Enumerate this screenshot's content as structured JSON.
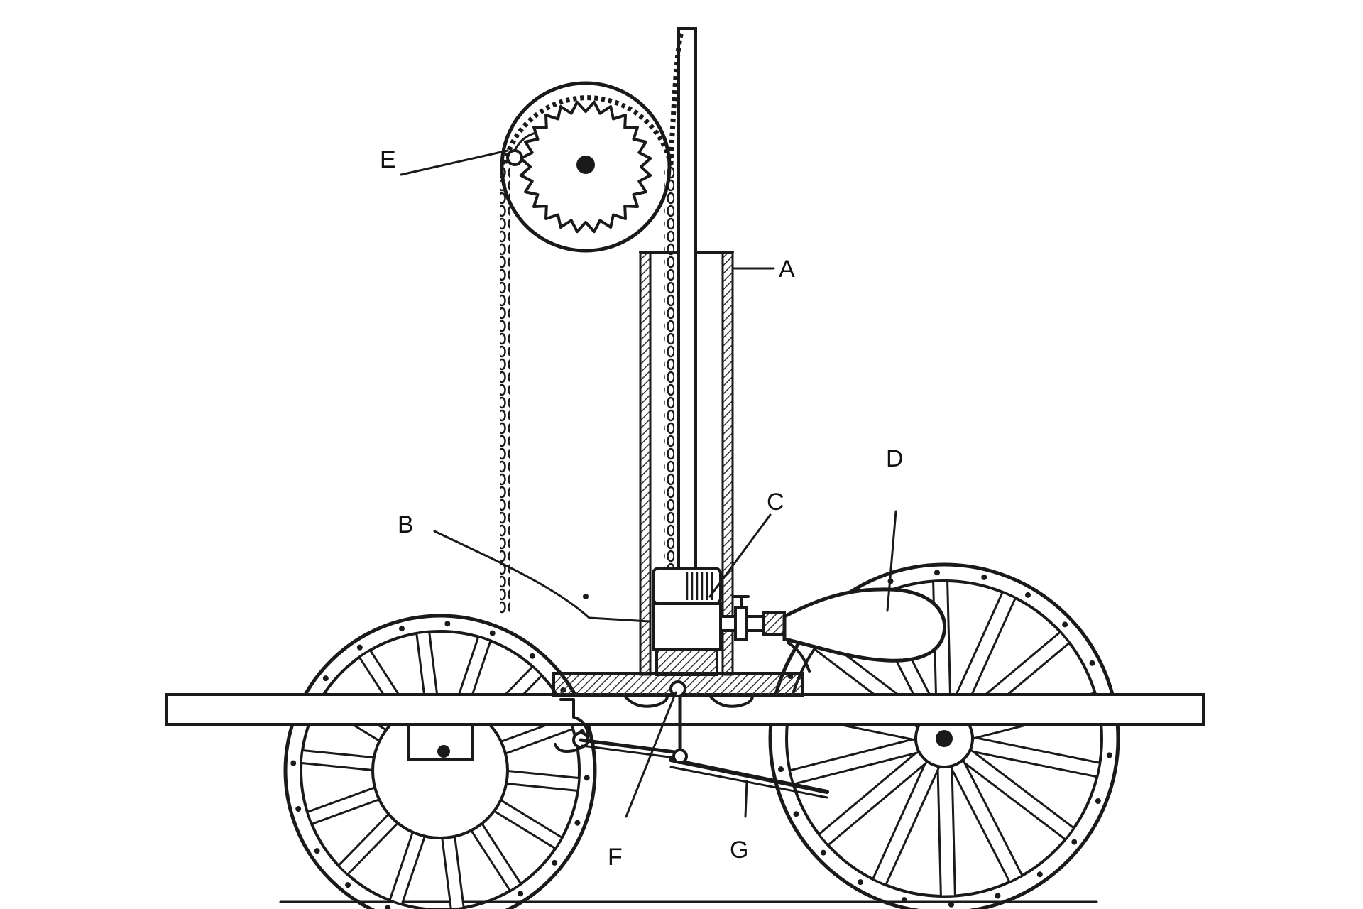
{
  "diagram": {
    "labels": {
      "A": "A",
      "B": "B",
      "C": "C",
      "D": "D",
      "E": "E",
      "F": "F",
      "G": "G"
    }
  },
  "colors": {
    "ink": "#1a1a1a",
    "hatch": "#333333",
    "background": "#ffffff"
  }
}
